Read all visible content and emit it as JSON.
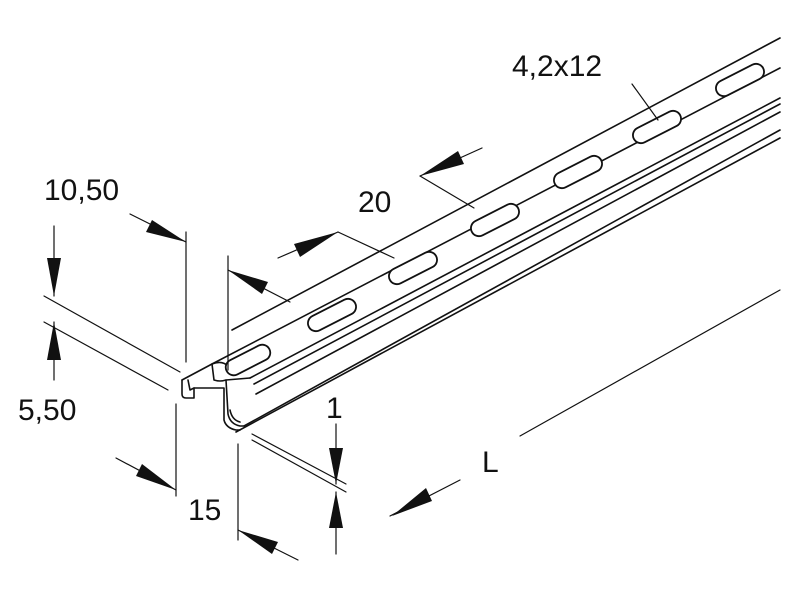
{
  "labels": {
    "slot": "4,2x12",
    "pitch": "20",
    "lip_width": "10,50",
    "height": "5,50",
    "thickness": "1",
    "length": "L",
    "width": "15"
  },
  "colors": {
    "line": "#111111",
    "background": "#ffffff"
  }
}
